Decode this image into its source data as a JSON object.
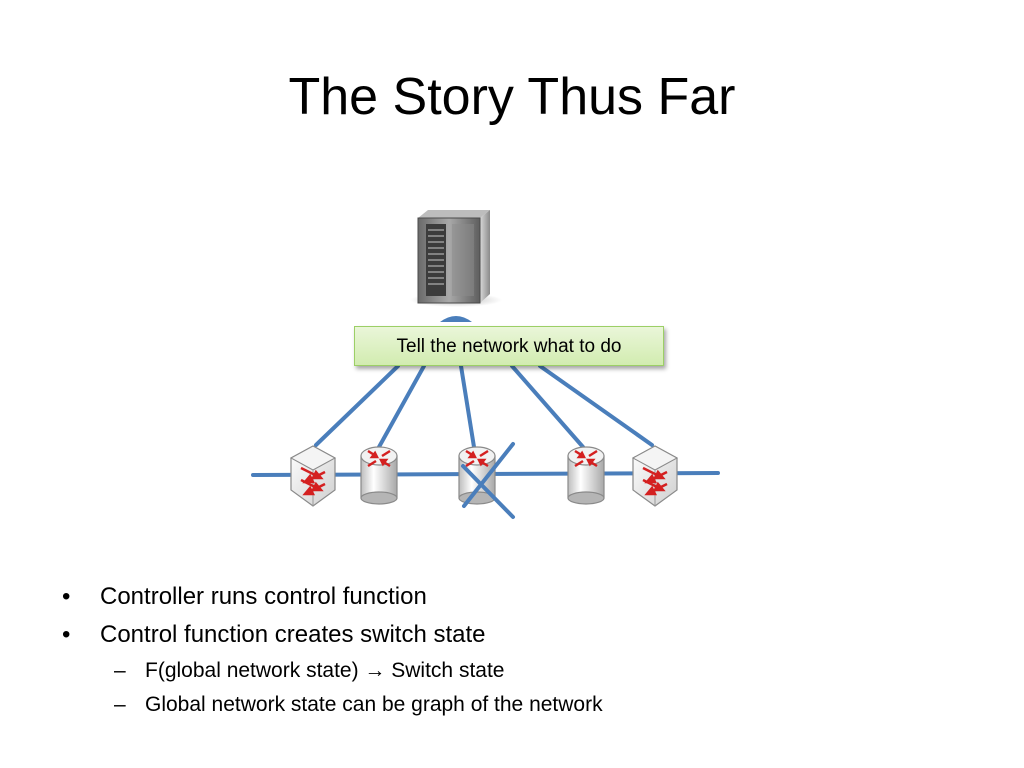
{
  "slide": {
    "title": "The Story Thus Far"
  },
  "diagram": {
    "callout_text": "Tell the network what to do",
    "colors": {
      "link": "#4a7ebb",
      "callout_fill": "#dff0c6",
      "callout_border": "#9ccf66",
      "arrow_red": "#d42020"
    },
    "icons": [
      "server-icon",
      "switch-icon",
      "router-icon",
      "router-icon",
      "router-icon",
      "switch-icon"
    ],
    "failed_node": "router-center"
  },
  "bullets": [
    {
      "level": 1,
      "marker": "•",
      "text": "Controller runs control function"
    },
    {
      "level": 1,
      "marker": "•",
      "text": "Control function creates switch state"
    },
    {
      "level": 2,
      "marker": "–",
      "text": "F(global network state) → Switch state"
    },
    {
      "level": 2,
      "marker": "–",
      "text": "Global network state can be graph of the network"
    }
  ]
}
